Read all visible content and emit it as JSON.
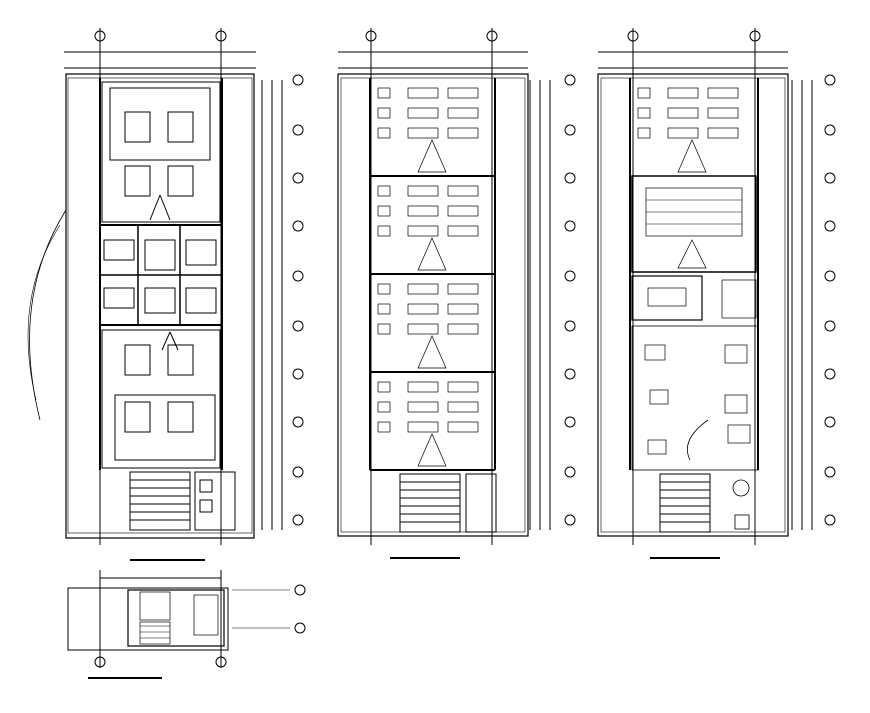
{
  "drawing": {
    "line_color": "#000000",
    "background": "#ffffff",
    "accent_green": "#2e8b2e"
  },
  "plans": [
    {
      "id": "plan-1",
      "kind": "ground-floor-classrooms"
    },
    {
      "id": "plan-2",
      "kind": "typical-floor-classrooms"
    },
    {
      "id": "plan-3",
      "kind": "floor-labs-offices"
    },
    {
      "id": "plan-4",
      "kind": "roof-stair-detail"
    }
  ]
}
